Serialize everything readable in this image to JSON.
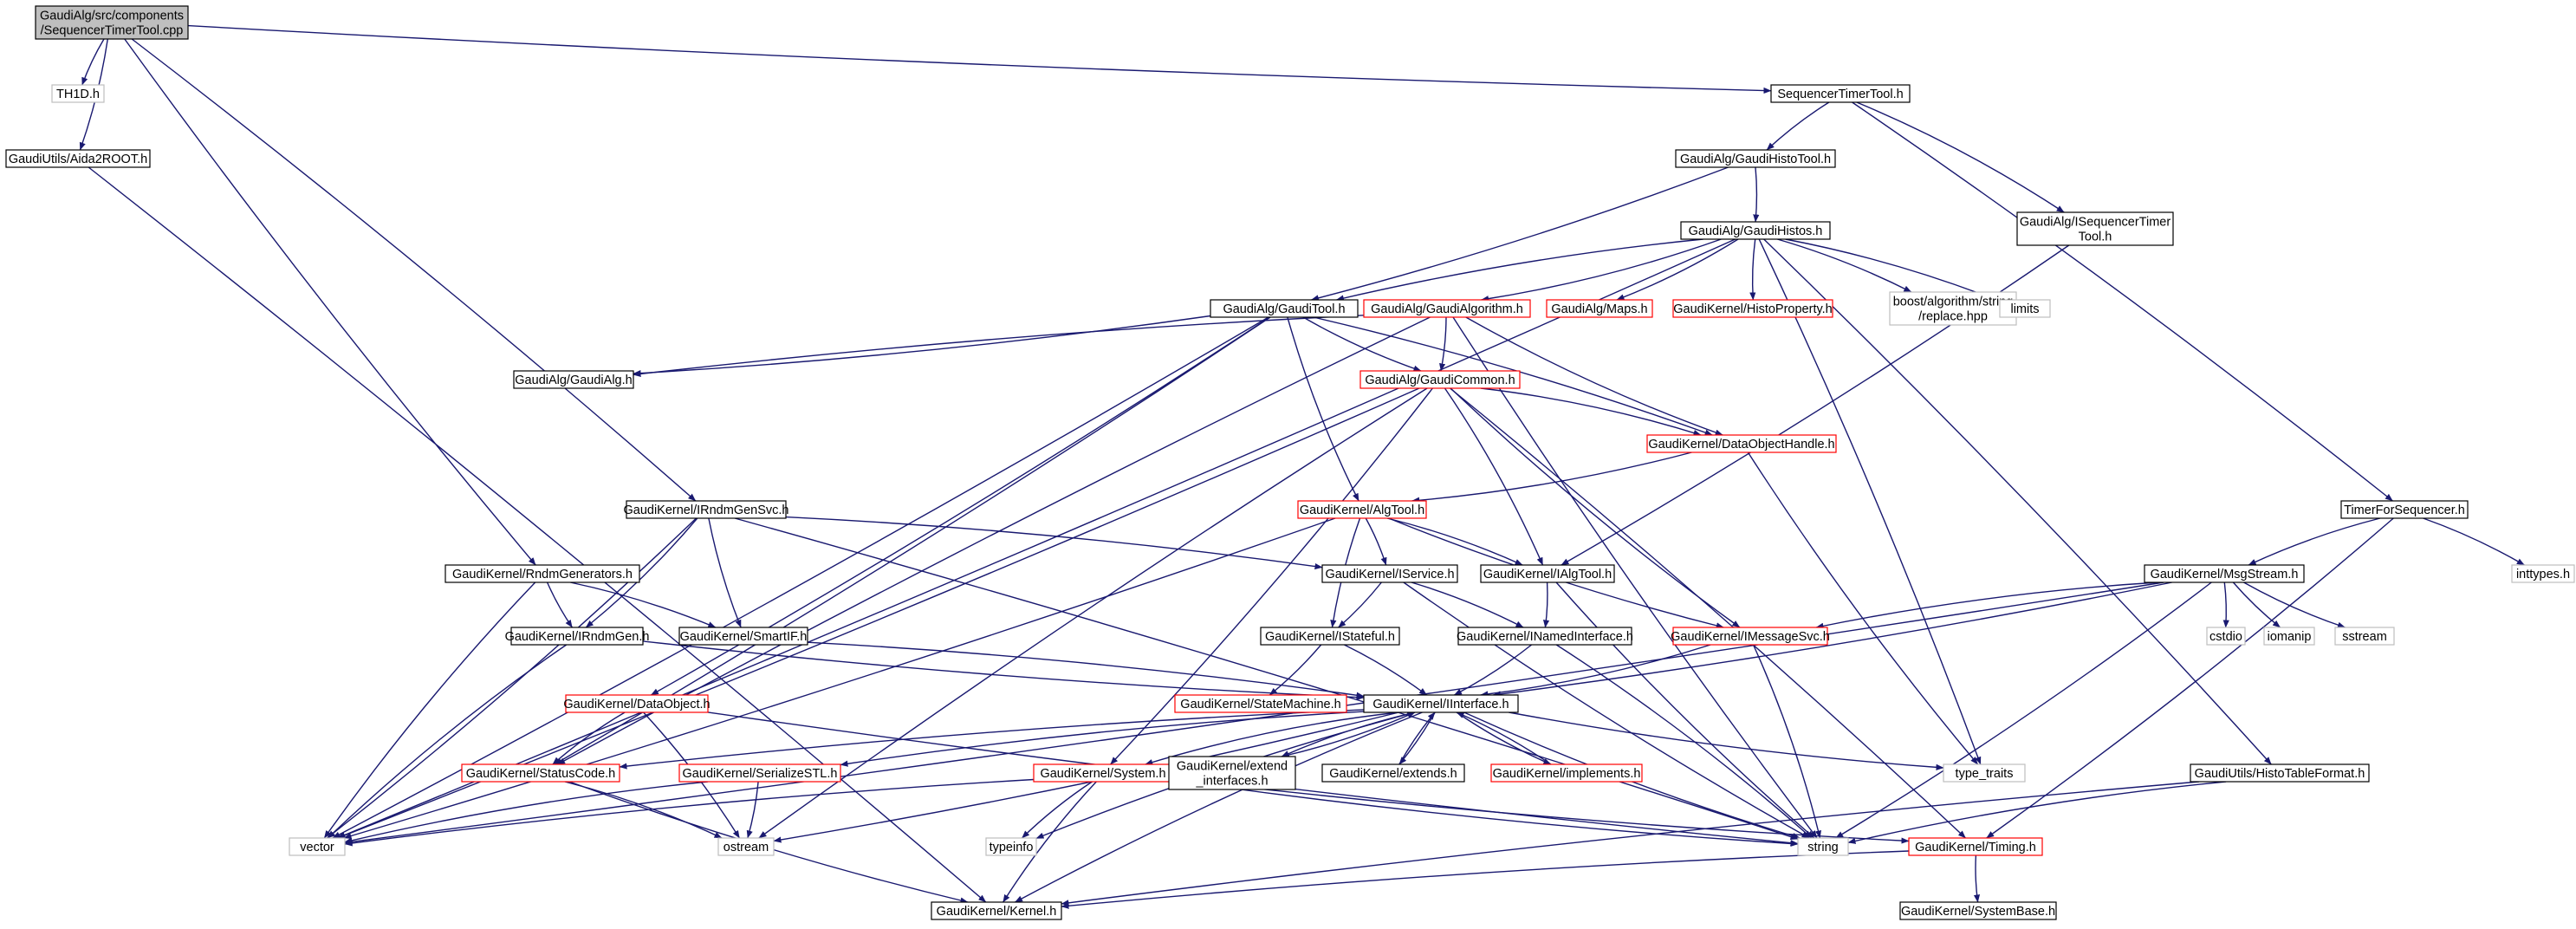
{
  "diagram": {
    "nodes": [
      {
        "id": "root",
        "lines": [
          "GaudiAlg/src/components",
          "/SequencerTimerTool.cpp"
        ],
        "kind": "root"
      },
      {
        "id": "th1d",
        "lines": [
          "TH1D.h"
        ],
        "kind": "ext"
      },
      {
        "id": "aida2root",
        "lines": [
          "GaudiUtils/Aida2ROOT.h"
        ],
        "kind": "normal"
      },
      {
        "id": "seqtimertool",
        "lines": [
          "SequencerTimerTool.h"
        ],
        "kind": "normal"
      },
      {
        "id": "gaudihistotool",
        "lines": [
          "GaudiAlg/GaudiHistoTool.h"
        ],
        "kind": "normal"
      },
      {
        "id": "iseqtimertool",
        "lines": [
          "GaudiAlg/ISequencerTimer",
          "Tool.h"
        ],
        "kind": "normal"
      },
      {
        "id": "gaudihistos",
        "lines": [
          "GaudiAlg/GaudiHistos.h"
        ],
        "kind": "normal"
      },
      {
        "id": "gauditool",
        "lines": [
          "GaudiAlg/GaudiTool.h"
        ],
        "kind": "normal"
      },
      {
        "id": "gaudialgorithm",
        "lines": [
          "GaudiAlg/GaudiAlgorithm.h"
        ],
        "kind": "red"
      },
      {
        "id": "maps",
        "lines": [
          "GaudiAlg/Maps.h"
        ],
        "kind": "red"
      },
      {
        "id": "histoproperty",
        "lines": [
          "GaudiKernel/HistoProperty.h"
        ],
        "kind": "red"
      },
      {
        "id": "boostreplace",
        "lines": [
          "boost/algorithm/string",
          "/replace.hpp"
        ],
        "kind": "ext"
      },
      {
        "id": "limits",
        "lines": [
          "limits"
        ],
        "kind": "ext"
      },
      {
        "id": "gaudialg",
        "lines": [
          "GaudiAlg/GaudiAlg.h"
        ],
        "kind": "normal"
      },
      {
        "id": "gaudicommon",
        "lines": [
          "GaudiAlg/GaudiCommon.h"
        ],
        "kind": "red"
      },
      {
        "id": "dataobjecthandle",
        "lines": [
          "GaudiKernel/DataObjectHandle.h"
        ],
        "kind": "red"
      },
      {
        "id": "irndmgensvc",
        "lines": [
          "GaudiKernel/IRndmGenSvc.h"
        ],
        "kind": "normal"
      },
      {
        "id": "algtool",
        "lines": [
          "GaudiKernel/AlgTool.h"
        ],
        "kind": "red"
      },
      {
        "id": "timerforseq",
        "lines": [
          "TimerForSequencer.h"
        ],
        "kind": "normal"
      },
      {
        "id": "rndmgenerators",
        "lines": [
          "GaudiKernel/RndmGenerators.h"
        ],
        "kind": "normal"
      },
      {
        "id": "iservice",
        "lines": [
          "GaudiKernel/IService.h"
        ],
        "kind": "normal"
      },
      {
        "id": "ialgtool",
        "lines": [
          "GaudiKernel/IAlgTool.h"
        ],
        "kind": "normal"
      },
      {
        "id": "msgstream",
        "lines": [
          "GaudiKernel/MsgStream.h"
        ],
        "kind": "normal"
      },
      {
        "id": "inttypes",
        "lines": [
          "inttypes.h"
        ],
        "kind": "ext"
      },
      {
        "id": "irndmgen",
        "lines": [
          "GaudiKernel/IRndmGen.h"
        ],
        "kind": "normal"
      },
      {
        "id": "smartif",
        "lines": [
          "GaudiKernel/SmartIF.h"
        ],
        "kind": "normal"
      },
      {
        "id": "istateful",
        "lines": [
          "GaudiKernel/IStateful.h"
        ],
        "kind": "normal"
      },
      {
        "id": "inamedinterface",
        "lines": [
          "GaudiKernel/INamedInterface.h"
        ],
        "kind": "normal"
      },
      {
        "id": "imessagesvc",
        "lines": [
          "GaudiKernel/IMessageSvc.h"
        ],
        "kind": "red"
      },
      {
        "id": "cstdio",
        "lines": [
          "cstdio"
        ],
        "kind": "ext"
      },
      {
        "id": "iomanip",
        "lines": [
          "iomanip"
        ],
        "kind": "ext"
      },
      {
        "id": "sstream",
        "lines": [
          "sstream"
        ],
        "kind": "ext"
      },
      {
        "id": "dataobject",
        "lines": [
          "GaudiKernel/DataObject.h"
        ],
        "kind": "red"
      },
      {
        "id": "statemachine",
        "lines": [
          "GaudiKernel/StateMachine.h"
        ],
        "kind": "red"
      },
      {
        "id": "iinterface",
        "lines": [
          "GaudiKernel/IInterface.h"
        ],
        "kind": "normal"
      },
      {
        "id": "statuscode",
        "lines": [
          "GaudiKernel/StatusCode.h"
        ],
        "kind": "red"
      },
      {
        "id": "serializestl",
        "lines": [
          "GaudiKernel/SerializeSTL.h"
        ],
        "kind": "red"
      },
      {
        "id": "system",
        "lines": [
          "GaudiKernel/System.h"
        ],
        "kind": "red"
      },
      {
        "id": "extendinterfaces",
        "lines": [
          "GaudiKernel/extend",
          "_interfaces.h"
        ],
        "kind": "normal"
      },
      {
        "id": "extends",
        "lines": [
          "GaudiKernel/extends.h"
        ],
        "kind": "normal"
      },
      {
        "id": "implements",
        "lines": [
          "GaudiKernel/implements.h"
        ],
        "kind": "red"
      },
      {
        "id": "typetraits",
        "lines": [
          "type_traits"
        ],
        "kind": "ext"
      },
      {
        "id": "histotableformat",
        "lines": [
          "GaudiUtils/HistoTableFormat.h"
        ],
        "kind": "normal"
      },
      {
        "id": "vector",
        "lines": [
          "vector"
        ],
        "kind": "ext"
      },
      {
        "id": "ostream",
        "lines": [
          "ostream"
        ],
        "kind": "ext"
      },
      {
        "id": "typeinfo",
        "lines": [
          "typeinfo"
        ],
        "kind": "ext"
      },
      {
        "id": "string",
        "lines": [
          "string"
        ],
        "kind": "ext"
      },
      {
        "id": "timing",
        "lines": [
          "GaudiKernel/Timing.h"
        ],
        "kind": "red"
      },
      {
        "id": "kernel",
        "lines": [
          "GaudiKernel/Kernel.h"
        ],
        "kind": "normal"
      },
      {
        "id": "systembase",
        "lines": [
          "GaudiKernel/SystemBase.h"
        ],
        "kind": "normal"
      }
    ],
    "edges": [
      [
        "root",
        "th1d"
      ],
      [
        "root",
        "aida2root"
      ],
      [
        "root",
        "seqtimertool"
      ],
      [
        "root",
        "rndmgenerators"
      ],
      [
        "root",
        "irndmgensvc"
      ],
      [
        "aida2root",
        "kernel"
      ],
      [
        "seqtimertool",
        "gaudihistotool"
      ],
      [
        "seqtimertool",
        "iseqtimertool"
      ],
      [
        "seqtimertool",
        "timerforseq"
      ],
      [
        "gaudihistotool",
        "gaudihistos"
      ],
      [
        "gaudihistotool",
        "gauditool"
      ],
      [
        "iseqtimertool",
        "ialgtool"
      ],
      [
        "gaudihistos",
        "gauditool"
      ],
      [
        "gaudihistos",
        "gaudialgorithm"
      ],
      [
        "gaudihistos",
        "maps"
      ],
      [
        "gaudihistos",
        "histoproperty"
      ],
      [
        "gaudihistos",
        "boostreplace"
      ],
      [
        "gaudihistos",
        "limits"
      ],
      [
        "gaudihistos",
        "typetraits"
      ],
      [
        "gaudihistos",
        "histotableformat"
      ],
      [
        "gaudihistos",
        "vector"
      ],
      [
        "gauditool",
        "gaudialg"
      ],
      [
        "gauditool",
        "gaudicommon"
      ],
      [
        "gauditool",
        "dataobjecthandle"
      ],
      [
        "gauditool",
        "algtool"
      ],
      [
        "gauditool",
        "dataobject"
      ],
      [
        "gauditool",
        "statuscode"
      ],
      [
        "gauditool",
        "vector"
      ],
      [
        "gaudialgorithm",
        "gaudialg"
      ],
      [
        "gaudialgorithm",
        "gaudicommon"
      ],
      [
        "gaudialgorithm",
        "dataobjecthandle"
      ],
      [
        "gaudialgorithm",
        "statuscode"
      ],
      [
        "gaudialgorithm",
        "string"
      ],
      [
        "gaudicommon",
        "dataobjecthandle"
      ],
      [
        "gaudicommon",
        "ialgtool"
      ],
      [
        "gaudicommon",
        "imessagesvc"
      ],
      [
        "gaudicommon",
        "system"
      ],
      [
        "gaudicommon",
        "vector"
      ],
      [
        "gaudicommon",
        "timing"
      ],
      [
        "gaudicommon",
        "ostream"
      ],
      [
        "dataobjecthandle",
        "algtool"
      ],
      [
        "dataobjecthandle",
        "typetraits"
      ],
      [
        "irndmgensvc",
        "irndmgen"
      ],
      [
        "irndmgensvc",
        "smartif"
      ],
      [
        "irndmgensvc",
        "iservice"
      ],
      [
        "irndmgensvc",
        "vector"
      ],
      [
        "irndmgensvc",
        "string"
      ],
      [
        "algtool",
        "iservice"
      ],
      [
        "algtool",
        "ialgtool"
      ],
      [
        "algtool",
        "istateful"
      ],
      [
        "algtool",
        "imessagesvc"
      ],
      [
        "algtool",
        "vector"
      ],
      [
        "timerforseq",
        "msgstream"
      ],
      [
        "timerforseq",
        "inttypes"
      ],
      [
        "timerforseq",
        "timing"
      ],
      [
        "rndmgenerators",
        "irndmgen"
      ],
      [
        "rndmgenerators",
        "smartif"
      ],
      [
        "rndmgenerators",
        "vector"
      ],
      [
        "iservice",
        "istateful"
      ],
      [
        "iservice",
        "inamedinterface"
      ],
      [
        "iservice",
        "string"
      ],
      [
        "ialgtool",
        "inamedinterface"
      ],
      [
        "ialgtool",
        "string"
      ],
      [
        "msgstream",
        "imessagesvc"
      ],
      [
        "msgstream",
        "cstdio"
      ],
      [
        "msgstream",
        "iomanip"
      ],
      [
        "msgstream",
        "sstream"
      ],
      [
        "msgstream",
        "string"
      ],
      [
        "msgstream",
        "vector"
      ],
      [
        "msgstream",
        "iinterface"
      ],
      [
        "irndmgen",
        "iinterface"
      ],
      [
        "irndmgen",
        "vector"
      ],
      [
        "smartif",
        "iinterface"
      ],
      [
        "istateful",
        "statemachine"
      ],
      [
        "istateful",
        "iinterface"
      ],
      [
        "inamedinterface",
        "iinterface"
      ],
      [
        "inamedinterface",
        "string"
      ],
      [
        "imessagesvc",
        "iinterface"
      ],
      [
        "imessagesvc",
        "string"
      ],
      [
        "dataobject",
        "statuscode"
      ],
      [
        "dataobject",
        "ostream"
      ],
      [
        "dataobject",
        "string"
      ],
      [
        "iinterface",
        "statuscode"
      ],
      [
        "iinterface",
        "serializestl"
      ],
      [
        "iinterface",
        "system"
      ],
      [
        "iinterface",
        "extendinterfaces"
      ],
      [
        "iinterface",
        "extends"
      ],
      [
        "iinterface",
        "implements"
      ],
      [
        "iinterface",
        "typetraits"
      ],
      [
        "iinterface",
        "typeinfo"
      ],
      [
        "iinterface",
        "ostream"
      ],
      [
        "iinterface",
        "kernel"
      ],
      [
        "iinterface",
        "string"
      ],
      [
        "statuscode",
        "ostream"
      ],
      [
        "statuscode",
        "kernel"
      ],
      [
        "serializestl",
        "vector"
      ],
      [
        "serializestl",
        "ostream"
      ],
      [
        "system",
        "vector"
      ],
      [
        "system",
        "typeinfo"
      ],
      [
        "system",
        "string"
      ],
      [
        "system",
        "kernel"
      ],
      [
        "system",
        "timing"
      ],
      [
        "extendinterfaces",
        "iinterface"
      ],
      [
        "extends",
        "iinterface"
      ],
      [
        "implements",
        "iinterface"
      ],
      [
        "histotableformat",
        "string"
      ],
      [
        "histotableformat",
        "kernel"
      ],
      [
        "timing",
        "kernel"
      ],
      [
        "timing",
        "systembase"
      ]
    ]
  }
}
